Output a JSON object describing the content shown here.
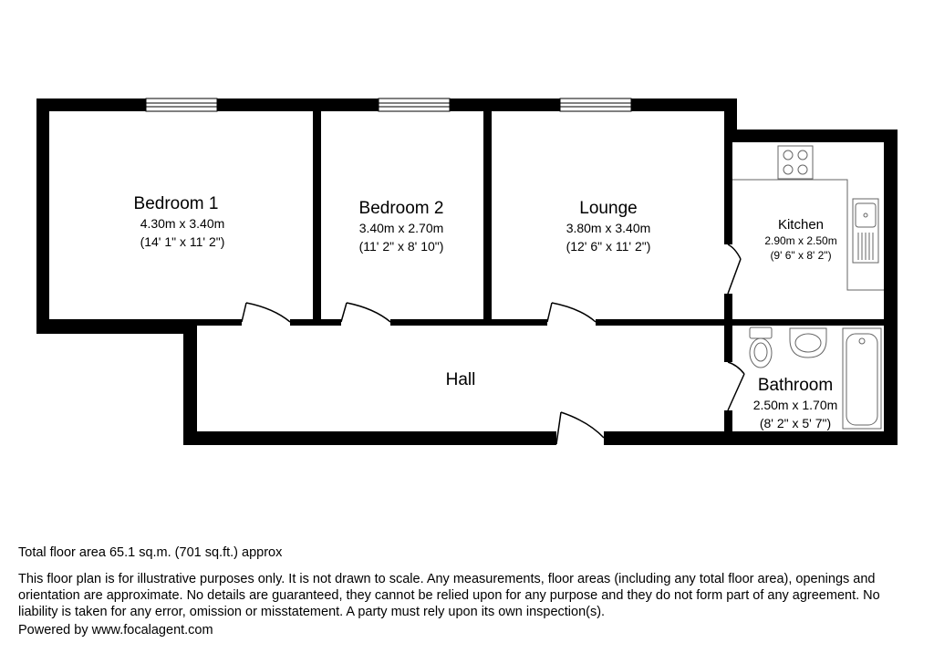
{
  "rooms": {
    "bedroom1": {
      "name": "Bedroom 1",
      "metric": "4.30m x 3.40m",
      "imperial": "(14' 1\" x 11' 2\")"
    },
    "bedroom2": {
      "name": "Bedroom 2",
      "metric": "3.40m x 2.70m",
      "imperial": "(11' 2\" x 8' 10\")"
    },
    "lounge": {
      "name": "Lounge",
      "metric": "3.80m x 3.40m",
      "imperial": "(12' 6\" x 11' 2\")"
    },
    "kitchen": {
      "name": "Kitchen",
      "metric": "2.90m x 2.50m",
      "imperial": "(9' 6\" x 8' 2\")"
    },
    "bathroom": {
      "name": "Bathroom",
      "metric": "2.50m x 1.70m",
      "imperial": "(8' 2\" x 5' 7\")"
    },
    "hall": {
      "name": "Hall"
    }
  },
  "footer": {
    "total_area": "Total floor area 65.1 sq.m. (701 sq.ft.) approx",
    "disclaimer": "This floor plan is for illustrative purposes only. It is not drawn to scale. Any measurements, floor areas (including any total floor area), openings and orientation are approximate. No details are guaranteed, they cannot be relied upon for any purpose and they do not form part of any agreement. No liability is taken for any error, omission or misstatement. A party must rely upon its own inspection(s).",
    "powered_by": "Powered by www.focalagent.com"
  },
  "colors": {
    "wall": "#000000",
    "fixture": "#666666",
    "background": "#ffffff"
  }
}
